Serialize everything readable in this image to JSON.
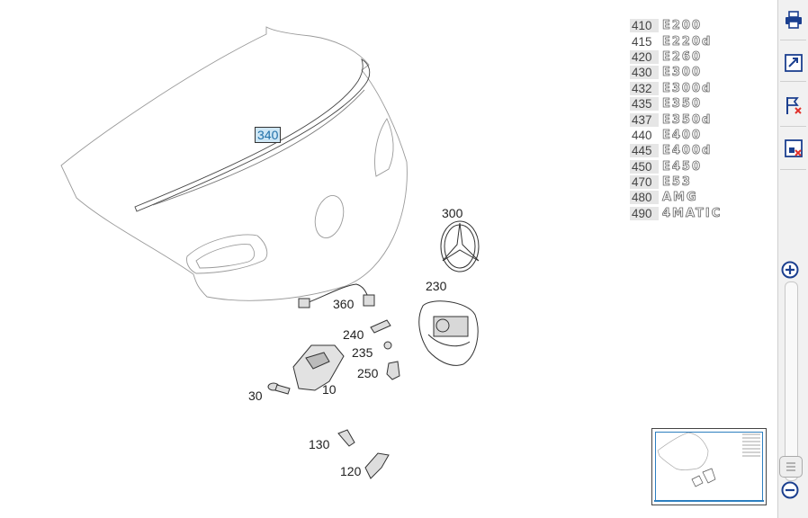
{
  "diagram": {
    "selected_callout": "340",
    "callouts": [
      "340",
      "300",
      "230",
      "360",
      "240",
      "235",
      "250",
      "10",
      "30",
      "130",
      "120"
    ]
  },
  "models": [
    {
      "code": "410",
      "badge": "E200",
      "shaded": true
    },
    {
      "code": "415",
      "badge": "E220d",
      "shaded": false
    },
    {
      "code": "420",
      "badge": "E260",
      "shaded": true
    },
    {
      "code": "430",
      "badge": "E300",
      "shaded": true
    },
    {
      "code": "432",
      "badge": "E300d",
      "shaded": true
    },
    {
      "code": "435",
      "badge": "E350",
      "shaded": true
    },
    {
      "code": "437",
      "badge": "E350d",
      "shaded": true
    },
    {
      "code": "440",
      "badge": "E400",
      "shaded": false
    },
    {
      "code": "445",
      "badge": "E400d",
      "shaded": true
    },
    {
      "code": "450",
      "badge": "E450",
      "shaded": true
    },
    {
      "code": "470",
      "badge": "E53",
      "shaded": true
    },
    {
      "code": "480",
      "badge": "AMG",
      "shaded": true
    },
    {
      "code": "490",
      "badge": "4MATIC",
      "shaded": true
    }
  ],
  "toolbar": {
    "icons": [
      "print-icon",
      "open-external-icon",
      "clear-flags-icon",
      "close-window-icon",
      "zoom-in-icon",
      "zoom-out-icon"
    ]
  },
  "colors": {
    "selected_bg": "#cde6f5",
    "selected_text": "#1f6fa8",
    "minimap_view": "#2d7fc0"
  }
}
